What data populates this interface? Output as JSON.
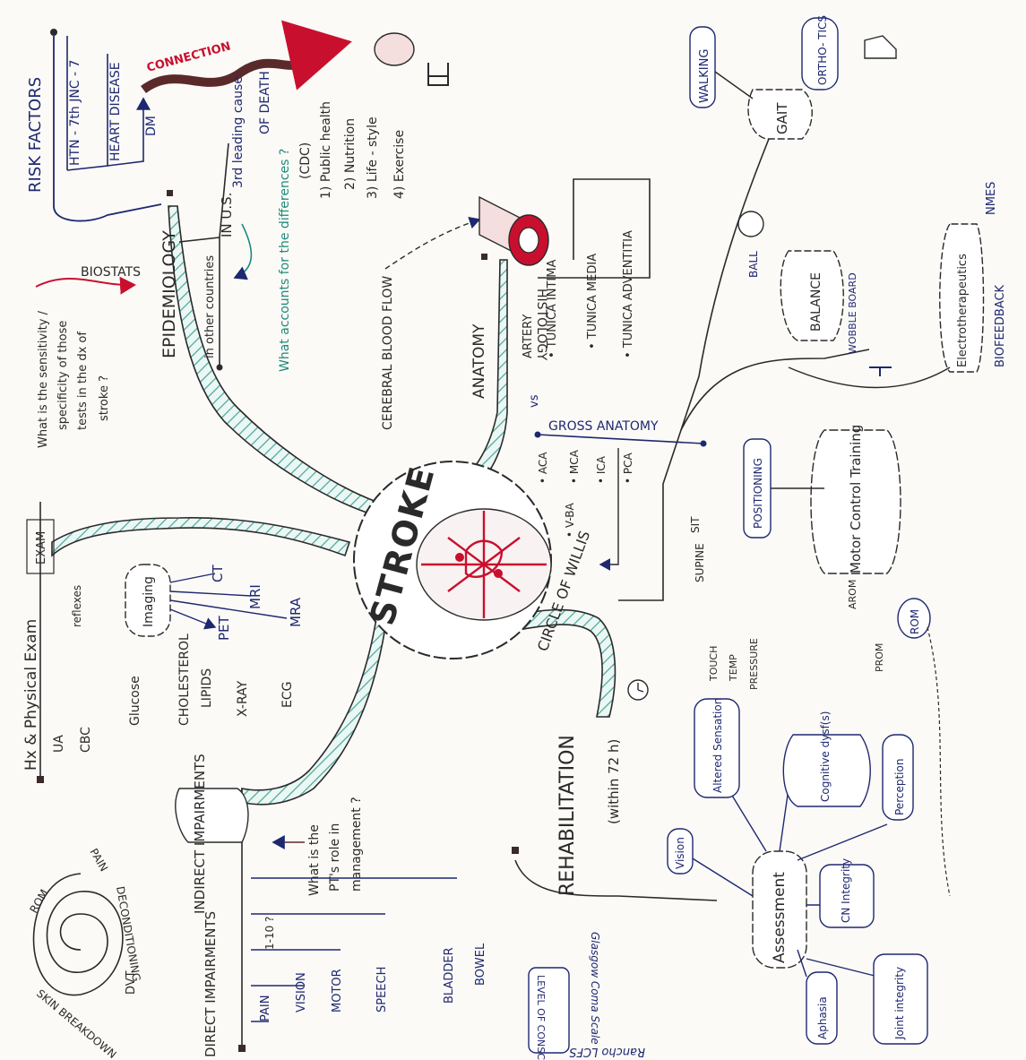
{
  "center": {
    "stroke": "STROKE",
    "circle_of_willis": "CIRCLE OF WILLIS"
  },
  "risk": {
    "title": "RISK FACTORS",
    "htn": "HTN - 7th JNC - 7",
    "heart": "HEART DISEASE",
    "dm": "DM",
    "connection": "CONNECTION",
    "third": "3rd leading cause",
    "of_death": "OF DEATH"
  },
  "epi": {
    "title": "EPIDEMIOLOGY",
    "in_us": "IN U.S.",
    "other": "in other countries",
    "accounts": "What accounts for the differences ?",
    "cdc": "(CDC)",
    "items": [
      "1) Public health",
      "2) Nutrition",
      "3) Life - style",
      "4) Exercise"
    ]
  },
  "biostats": {
    "label": "BIOSTATS",
    "q1": "What is the sensitivity /",
    "q2": "specificity of those",
    "q3": "tests in the dx of",
    "q4": "stroke ?"
  },
  "anatomy": {
    "title": "ANATOMY",
    "cbf": "CEREBRAL BLOOD FLOW",
    "artery": "ARTERY",
    "histology": "HISTOLOGY",
    "layers": [
      "• TUNICA INTIMA",
      "• TUNICA MEDIA",
      "• TUNICA ADVENTITIA"
    ],
    "gross": "GROSS ANATOMY",
    "vs": "vs",
    "vessels": [
      "• ACA",
      "• MCA",
      "• ICA",
      "• PCA",
      "• V-BA"
    ]
  },
  "dx": {
    "hx": "Hx & Physical Exam",
    "exam": "EXAM",
    "reflexes": "reflexes",
    "imaging": "Imaging",
    "ct": "CT",
    "mri": "MRI",
    "mra": "MRA",
    "pet": "PET",
    "labs": [
      "UA",
      "CBC",
      "Glucose",
      "CHOLESTEROL",
      "LIPIDS",
      "X-RAY",
      "ECG"
    ]
  },
  "impair": {
    "indirect": "INDIRECT IMPAIRMENTS",
    "direct": "DIRECT IMPAIRMENTS",
    "pt_q1": "What is the",
    "pt_q2": "PT's role in",
    "pt_q3": "management ?",
    "spiral": [
      "ROM",
      "PAIN",
      "DECONDITIONING",
      "DVT",
      "SKIN BREAKDOWN"
    ],
    "direct_items": [
      "PAIN",
      "1-10 ?",
      "VISION",
      "MOTOR",
      "SPEECH",
      "BLADDER",
      "BOWEL"
    ]
  },
  "rehab": {
    "title": "REHABILITATION",
    "within": "(within 72 h)",
    "assessment": "Assessment",
    "items": [
      "Vision",
      "Altered Sensation",
      "Cognitive dysf(s)",
      "Perception",
      "CN Integrity",
      "Aphasia",
      "Joint integrity"
    ],
    "sens": [
      "TOUCH",
      "TEMP",
      "PRESSURE"
    ],
    "loc": "LEVEL OF CONSCIOUSNESS",
    "glasgow": "Glasgow Coma Scale",
    "rancho": "Rancho LCFS"
  },
  "motor": {
    "title": "Motor Control Training",
    "positioning": "POSITIONING",
    "sit": "SIT",
    "supine": "SUPINE",
    "rom": "ROM",
    "arom": "AROM",
    "prom": "PROM",
    "gait": "GAIT",
    "walking": "WALKING",
    "orthotics": "ORTHO- TICS",
    "balance": "BALANCE",
    "ball": "BALL",
    "wobble": "WOBBLE BOARD",
    "electro": "Electrotherapeutics",
    "nmes": "NMES",
    "bio": "BIOFEEDBACK"
  }
}
